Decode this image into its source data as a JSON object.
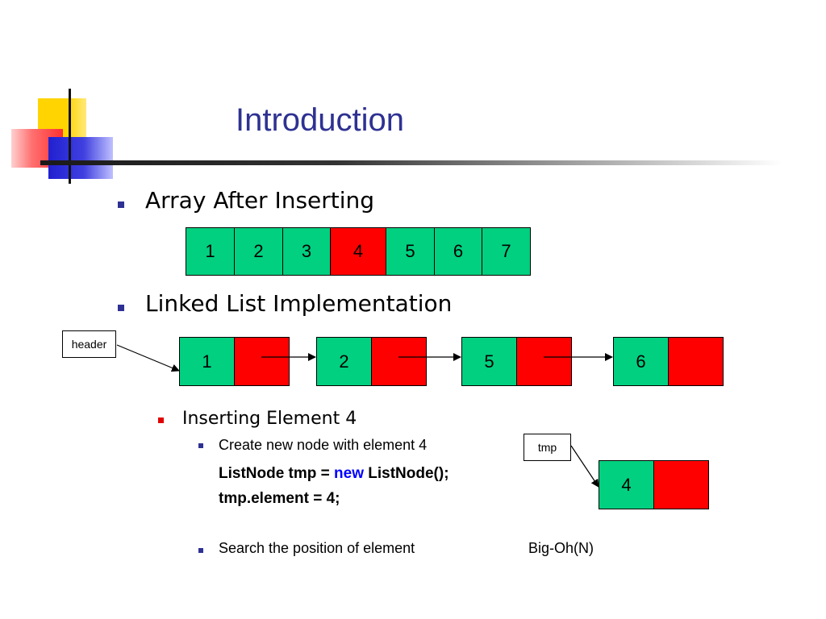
{
  "slide": {
    "title": "Introduction",
    "colors": {
      "title": "#2e3192",
      "bullet_l1": "#2e3192",
      "bullet_l2": "#e00000",
      "node_value": "#00d080",
      "node_pointer": "#ff0000",
      "keyword_new": "#0000ff"
    }
  },
  "bullets": {
    "array_after": "Array After Inserting",
    "linked_impl": "Linked List Implementation",
    "inserting": "Inserting Element 4",
    "create_node": "Create new node with element 4",
    "search": "Search the position of element",
    "complexity": "Big-Oh(N)"
  },
  "code": {
    "line1_part1": "ListNode tmp = ",
    "line1_keyword": "new",
    "line1_part2": " ListNode();",
    "line2": "tmp.element = 4;"
  },
  "array": {
    "cells": [
      "1",
      "2",
      "3",
      "4",
      "5",
      "6",
      "7"
    ],
    "highlighted_value": "4"
  },
  "linked_list": {
    "header_label": "header",
    "nodes": [
      "1",
      "2",
      "5",
      "6"
    ]
  },
  "new_node": {
    "label": "tmp",
    "value": "4"
  }
}
